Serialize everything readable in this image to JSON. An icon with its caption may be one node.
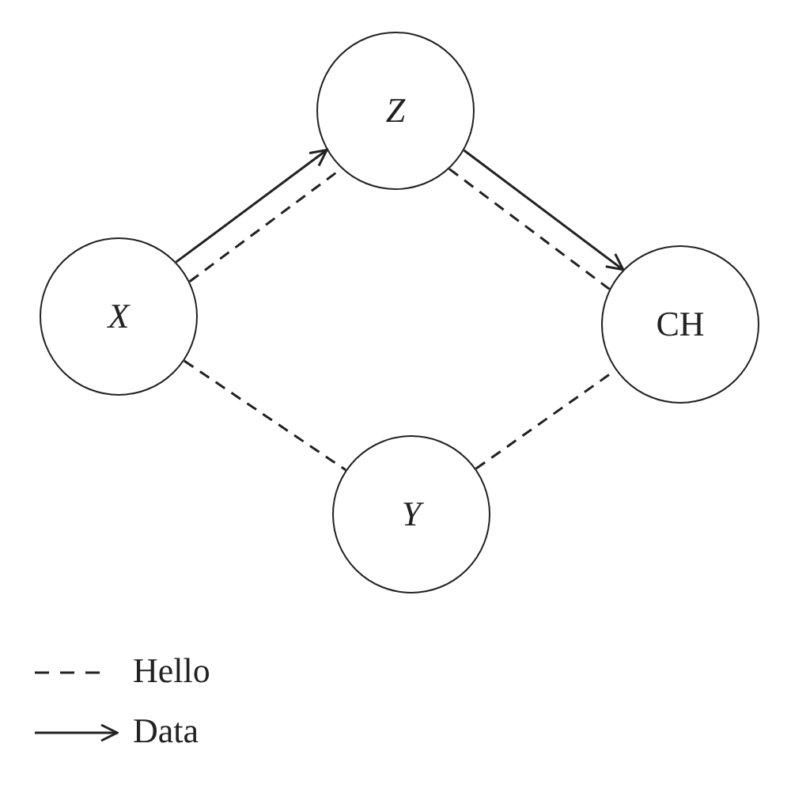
{
  "diagram": {
    "nodes": [
      {
        "text": [
          "X"
        ]
      },
      {
        "text": [
          "Z"
        ]
      },
      {
        "text": [
          "CH"
        ]
      },
      {
        "text": [
          "Y"
        ]
      }
    ],
    "edges": [
      {
        "from": 0,
        "to": 1,
        "arrow": "none",
        "style": "dashed"
      },
      {
        "from": 0,
        "to": 1,
        "arrow": "to"
      },
      {
        "from": 1,
        "to": 2,
        "arrow": "none",
        "style": "dashed"
      },
      {
        "from": 1,
        "to": 2,
        "arrow": "to"
      },
      {
        "from": 0,
        "to": 3,
        "arrow": "none",
        "style": "dashed"
      },
      {
        "from": 3,
        "to": 2,
        "arrow": "none",
        "style": "dashed"
      }
    ],
    "legend": [
      {
        "text": "Hello"
      },
      {
        "text": "Data"
      }
    ]
  }
}
